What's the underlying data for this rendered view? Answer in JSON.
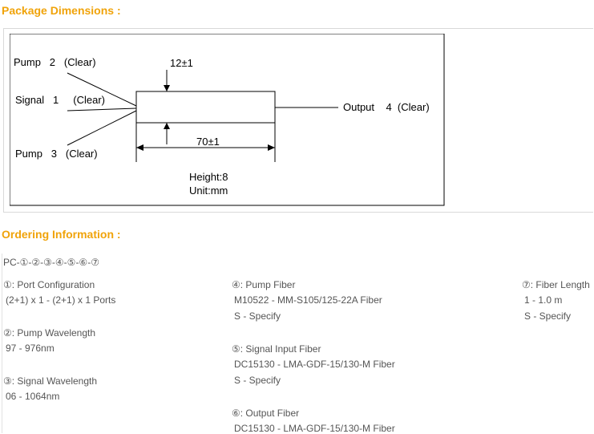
{
  "package": {
    "title": "Package Dimensions :",
    "pump2": "Pump   2   (Clear)",
    "signal1": "Signal   1     (Clear)",
    "pump3": "Pump   3   (Clear)",
    "output4": "Output    4  (Clear)",
    "width_dim": "12±1",
    "length_dim": "70±1",
    "height": "Height:8",
    "unit": "Unit:mm"
  },
  "ordering": {
    "title": "Ordering Information :",
    "code": "PC-①-②-③-④-⑤-⑥-⑦",
    "port_config": {
      "label": "①: Port Configuration",
      "values": [
        "(2+1) x 1 - (2+1) x 1 Ports"
      ]
    },
    "pump_wavelength": {
      "label": "②: Pump Wavelength",
      "values": [
        "97 - 976nm"
      ]
    },
    "signal_wavelength": {
      "label": "③: Signal Wavelength",
      "values": [
        "06 - 1064nm"
      ]
    },
    "pump_fiber": {
      "label": "④: Pump Fiber",
      "values": [
        "M10522 - MM-S105/125-22A Fiber",
        "S - Specify"
      ]
    },
    "signal_fiber": {
      "label": "⑤: Signal Input Fiber",
      "values": [
        "DC15130 - LMA-GDF-15/130-M Fiber",
        "S - Specify"
      ]
    },
    "output_fiber": {
      "label": "⑥: Output Fiber",
      "values": [
        "DC15130 - LMA-GDF-15/130-M Fiber"
      ]
    },
    "fiber_length": {
      "label": "⑦: Fiber Length",
      "values": [
        "1 - 1.0 m",
        "S - Specify"
      ]
    }
  }
}
